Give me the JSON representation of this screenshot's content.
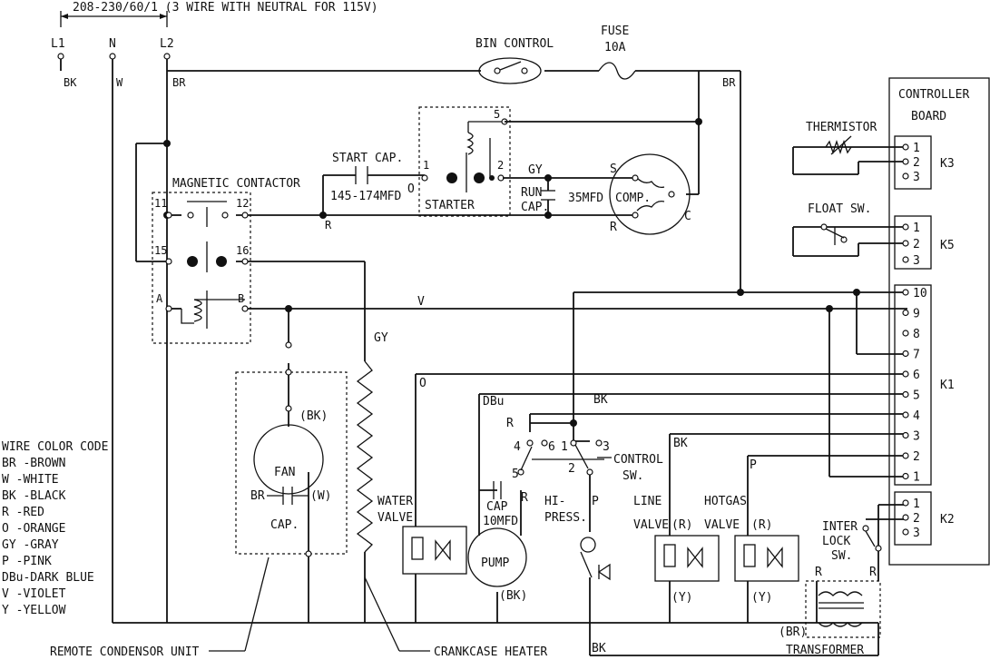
{
  "header": {
    "supply": "208-230/60/1 (3 WIRE WITH NEUTRAL FOR 115V)",
    "l1": "L1",
    "n": "N",
    "l2": "L2",
    "bk": "BK",
    "w": "W",
    "br": "BR",
    "br2": "BR"
  },
  "components": {
    "bin_control": "BIN CONTROL",
    "fuse": "FUSE",
    "fuse_rating": "10A",
    "magnetic_contactor": "MAGNETIC CONTACTOR",
    "mc_11": "11",
    "mc_12": "12",
    "mc_15": "15",
    "mc_16": "16",
    "mc_a": "A",
    "mc_b": "B",
    "start_cap": "START CAP.",
    "start_cap_rating": "145-174MFD",
    "starter": "STARTER",
    "starter_1": "1",
    "starter_2": "2",
    "starter_5": "5",
    "run": "RUN",
    "cap": "CAP.",
    "run_cap_rating": "35MFD",
    "comp": "COMP.",
    "s": "S",
    "c": "C",
    "r": "R",
    "fan": "FAN",
    "fan_bk": "(BK)",
    "fan_w": "(W)",
    "fan_br": "BR",
    "fan_cap": "CAP.",
    "water_valve_1": "WATER",
    "water_valve_2": "VALVE",
    "pump_cap": "CAP",
    "pump_cap_rating": "10MFD",
    "pump": "PUMP",
    "pump_bk": "(BK)",
    "hi_press_1": "HI-",
    "hi_press_2": "PRESS.",
    "control_sw_1": "CONTROL",
    "control_sw_2": "SW.",
    "line_valve_1": "LINE",
    "line_valve_2": "VALVE",
    "hotgas_valve_1": "HOTGAS",
    "hotgas_valve_2": "VALVE",
    "r_paren": "(R)",
    "y_paren": "(Y)",
    "interlock_1": "INTER",
    "interlock_2": "LOCK",
    "interlock_3": "SW.",
    "transformer": "TRANSFORMER",
    "transformer_br": "(BR)",
    "thermistor": "THERMISTOR",
    "float_sw": "FLOAT SW.",
    "controller_board_1": "CONTROLLER",
    "controller_board_2": "BOARD",
    "k1": "K1",
    "k2": "K2",
    "k3": "K3",
    "k5": "K5",
    "remote_condensor": "REMOTE CONDENSOR UNIT",
    "crankcase_heater": "CRANKCASE HEATER"
  },
  "wire_labels": {
    "r": "R",
    "o": "O",
    "gy": "GY",
    "v": "V",
    "dbu": "DBu",
    "bk": "BK",
    "p": "P"
  },
  "cs_pins": {
    "p1": "1",
    "p2": "2",
    "p3": "3",
    "p4": "4",
    "p5": "5",
    "p6": "6"
  },
  "k1_pins": [
    "10",
    "9",
    "8",
    "7",
    "6",
    "5",
    "4",
    "3",
    "2",
    "1"
  ],
  "k2_pins": [
    "1",
    "2",
    "3"
  ],
  "k3_pins": [
    "1",
    "2",
    "3"
  ],
  "k5_pins": [
    "1",
    "2",
    "3"
  ],
  "legend": {
    "title": "WIRE COLOR CODE",
    "items": [
      "BR -BROWN",
      "W -WHITE",
      "BK -BLACK",
      "R -RED",
      "O -ORANGE",
      "GY -GRAY",
      "P -PINK",
      "DBu-DARK BLUE",
      "V -VIOLET",
      "Y -YELLOW"
    ]
  }
}
